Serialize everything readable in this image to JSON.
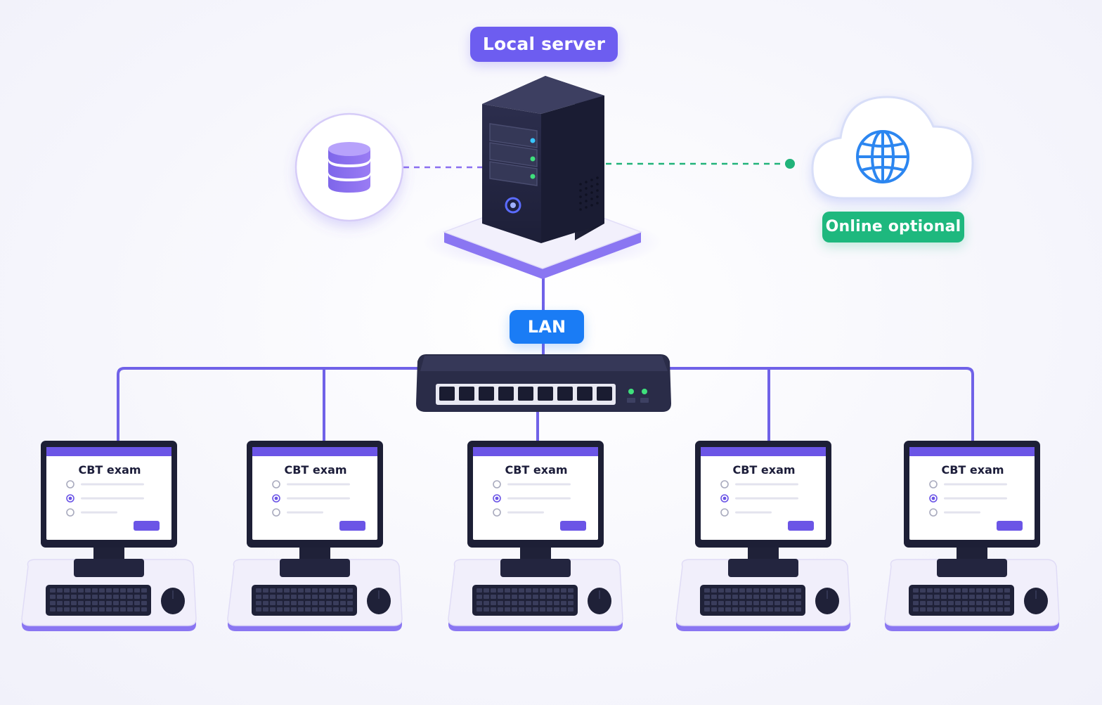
{
  "labels": {
    "server": "Local server",
    "network": "LAN",
    "internet": "Online optional"
  },
  "workstation_screen_title": "CBT exam",
  "workstation_count": 5,
  "icons": {
    "database": "database-icon",
    "server": "server-tower-icon",
    "switch": "network-switch-icon",
    "cloud": "cloud-icon",
    "globe": "globe-icon",
    "workstation": "desktop-computer-icon"
  },
  "colors": {
    "server_label": "#6d5df0",
    "lan_label": "#1a7cf5",
    "online_label": "#1eb87e",
    "cable": "#7062e8",
    "device_dark": "#23253f",
    "accent_purple": "#6b55e6"
  }
}
